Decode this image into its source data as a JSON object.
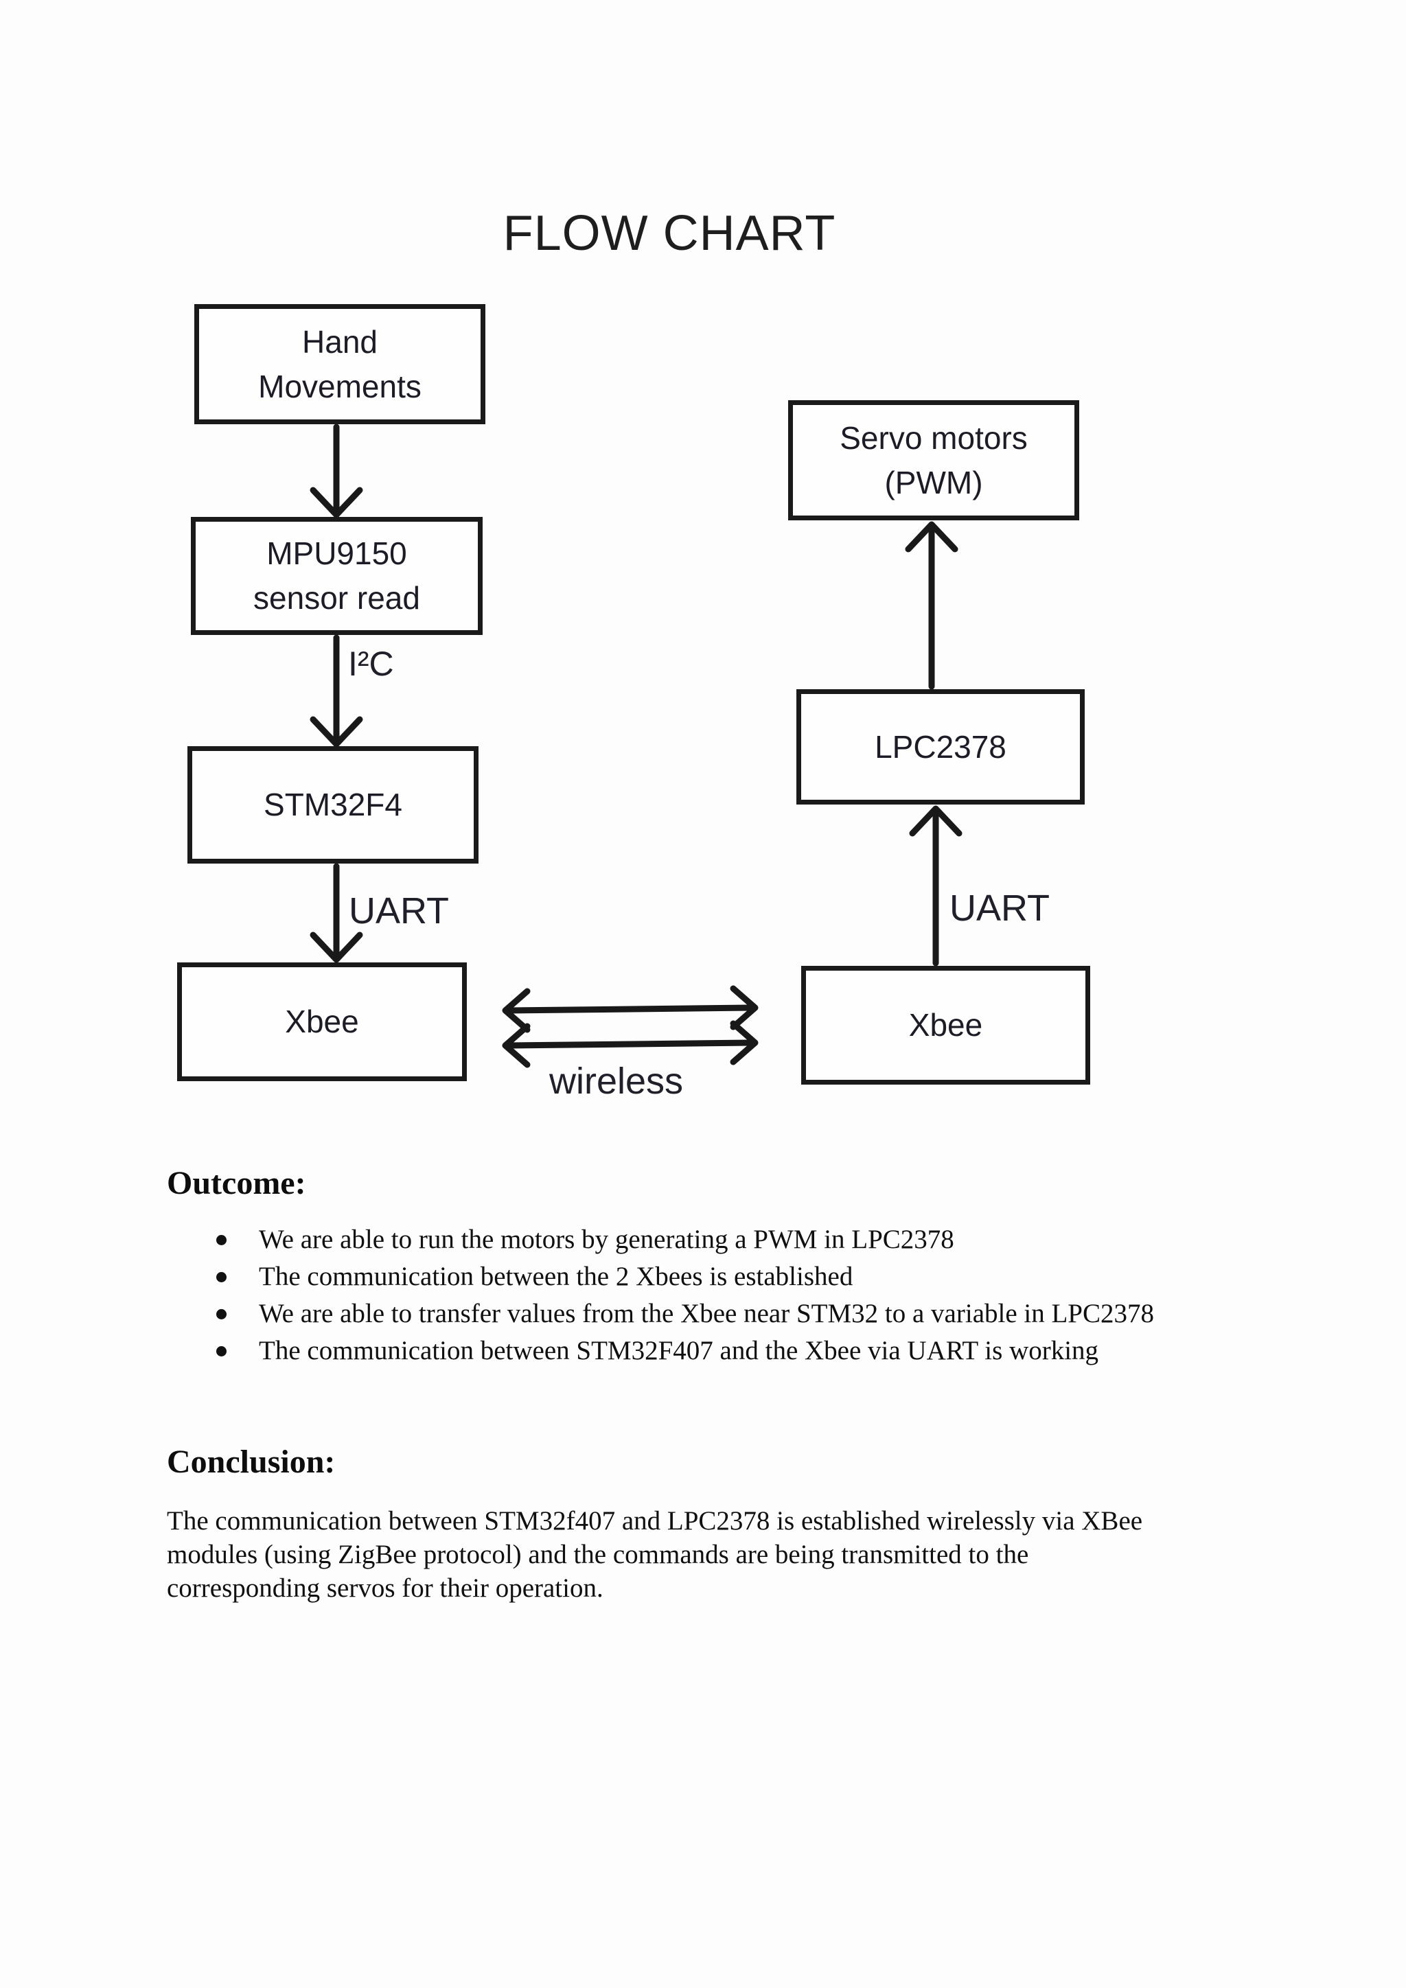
{
  "diagram": {
    "title": "FLOW CHART",
    "nodes": {
      "hand": {
        "line1": "Hand",
        "line2": "Movements"
      },
      "mpu": {
        "line1": "MPU9150",
        "line2": "sensor read"
      },
      "stm": {
        "line1": "STM32F4"
      },
      "xbee_left": {
        "line1": "Xbee"
      },
      "servo": {
        "line1": "Servo motors",
        "line2": "(PWM)"
      },
      "lpc": {
        "line1": "LPC2378"
      },
      "xbee_right": {
        "line1": "Xbee"
      }
    },
    "edge_labels": {
      "i2c": "I²C",
      "uart_left": "UART",
      "uart_right": "UART",
      "wireless": "wireless"
    },
    "edges": [
      {
        "from": "Hand Movements",
        "to": "MPU9150 sensor read",
        "label": ""
      },
      {
        "from": "MPU9150 sensor read",
        "to": "STM32F4",
        "label": "I²C"
      },
      {
        "from": "STM32F4",
        "to": "Xbee",
        "label": "UART"
      },
      {
        "from": "Xbee",
        "to": "Xbee",
        "label": "wireless",
        "style": "bidirectional-double"
      },
      {
        "from": "Xbee",
        "to": "LPC2378",
        "label": "UART"
      },
      {
        "from": "LPC2378",
        "to": "Servo motors (PWM)",
        "label": ""
      }
    ],
    "ink_color": "#191919",
    "paper_color": "#fdfdfd"
  },
  "outcome": {
    "heading": "Outcome:",
    "bullets": [
      "We are able to run the motors by generating a PWM in LPC2378",
      "The communication between the 2 Xbees is established",
      "We are able to transfer values from the Xbee near STM32 to a variable in LPC2378",
      "The communication between STM32F407 and the Xbee via UART is working"
    ]
  },
  "conclusion": {
    "heading": "Conclusion:",
    "lines": [
      "The communication between STM32f407 and LPC2378 is established wirelessly via XBee",
      "modules (using ZigBee protocol) and the commands are being transmitted to the",
      "corresponding servos for their operation."
    ]
  }
}
